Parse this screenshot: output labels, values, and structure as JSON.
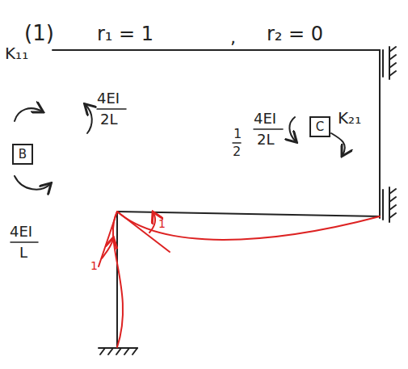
{
  "diagram": {
    "nodes": [
      {
        "text": [
          "B"
        ]
      },
      {
        "text": [
          "C"
        ]
      }
    ],
    "labels": [
      "(1)",
      "r₁ = 1",
      ",",
      "r₂ = 0",
      "K₁₁",
      "4EI",
      "2L",
      "4EI",
      "L",
      "1",
      "2",
      "4EI",
      "2L",
      "K₂₁",
      "1",
      "1"
    ]
  }
}
